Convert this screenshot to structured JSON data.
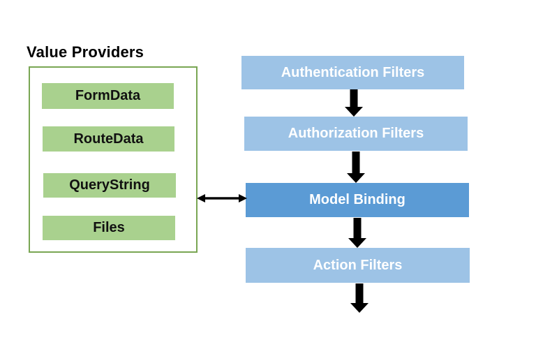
{
  "diagram": {
    "value_providers": {
      "title": "Value Providers",
      "fill": "#A9D18E",
      "border": "#79A653",
      "items": [
        {
          "label": "FormData"
        },
        {
          "label": "RouteData"
        },
        {
          "label": "QueryString"
        },
        {
          "label": "Files"
        }
      ]
    },
    "pipeline": {
      "stages": [
        {
          "label": "Authentication Filters",
          "fill": "#9DC3E6",
          "text_color": "#ffffff"
        },
        {
          "label": "Authorization Filters",
          "fill": "#9DC3E6",
          "text_color": "#ffffff"
        },
        {
          "label": "Model Binding",
          "fill": "#5B9BD5",
          "text_color": "#ffffff"
        },
        {
          "label": "Action Filters",
          "fill": "#9DC3E6",
          "text_color": "#ffffff"
        }
      ],
      "arrow_color": "#000000"
    },
    "connections": [
      {
        "from": "Authentication Filters",
        "to": "Authorization Filters",
        "type": "down-arrow"
      },
      {
        "from": "Authorization Filters",
        "to": "Model Binding",
        "type": "down-arrow"
      },
      {
        "from": "Model Binding",
        "to": "Action Filters",
        "type": "down-arrow"
      },
      {
        "from": "Action Filters",
        "to": "",
        "type": "down-arrow"
      },
      {
        "from": "Value Providers",
        "to": "Model Binding",
        "type": "double-arrow"
      }
    ]
  }
}
